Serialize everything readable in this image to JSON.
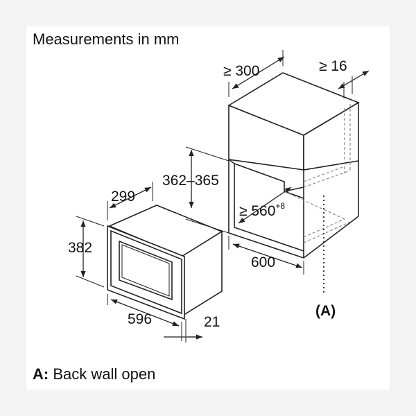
{
  "title": "Measurements in mm",
  "footnote": {
    "key": "A:",
    "text": "Back wall open"
  },
  "dimensions": {
    "niche_depth": "≥ 300",
    "gap_top": "≥ 16",
    "niche_height": "362–365",
    "niche_inner_width": "≥ 560",
    "niche_inner_width_tol": "+8",
    "niche_width": "600",
    "appliance_depth": "299",
    "appliance_height": "382",
    "appliance_width": "596",
    "panel_thickness": "21"
  },
  "callouts": {
    "back_wall_marker": "(A)"
  },
  "colors": {
    "line": "#222222",
    "background": "#ffffff",
    "frame": "#f3f3f3",
    "hidden_line": "#888888"
  }
}
